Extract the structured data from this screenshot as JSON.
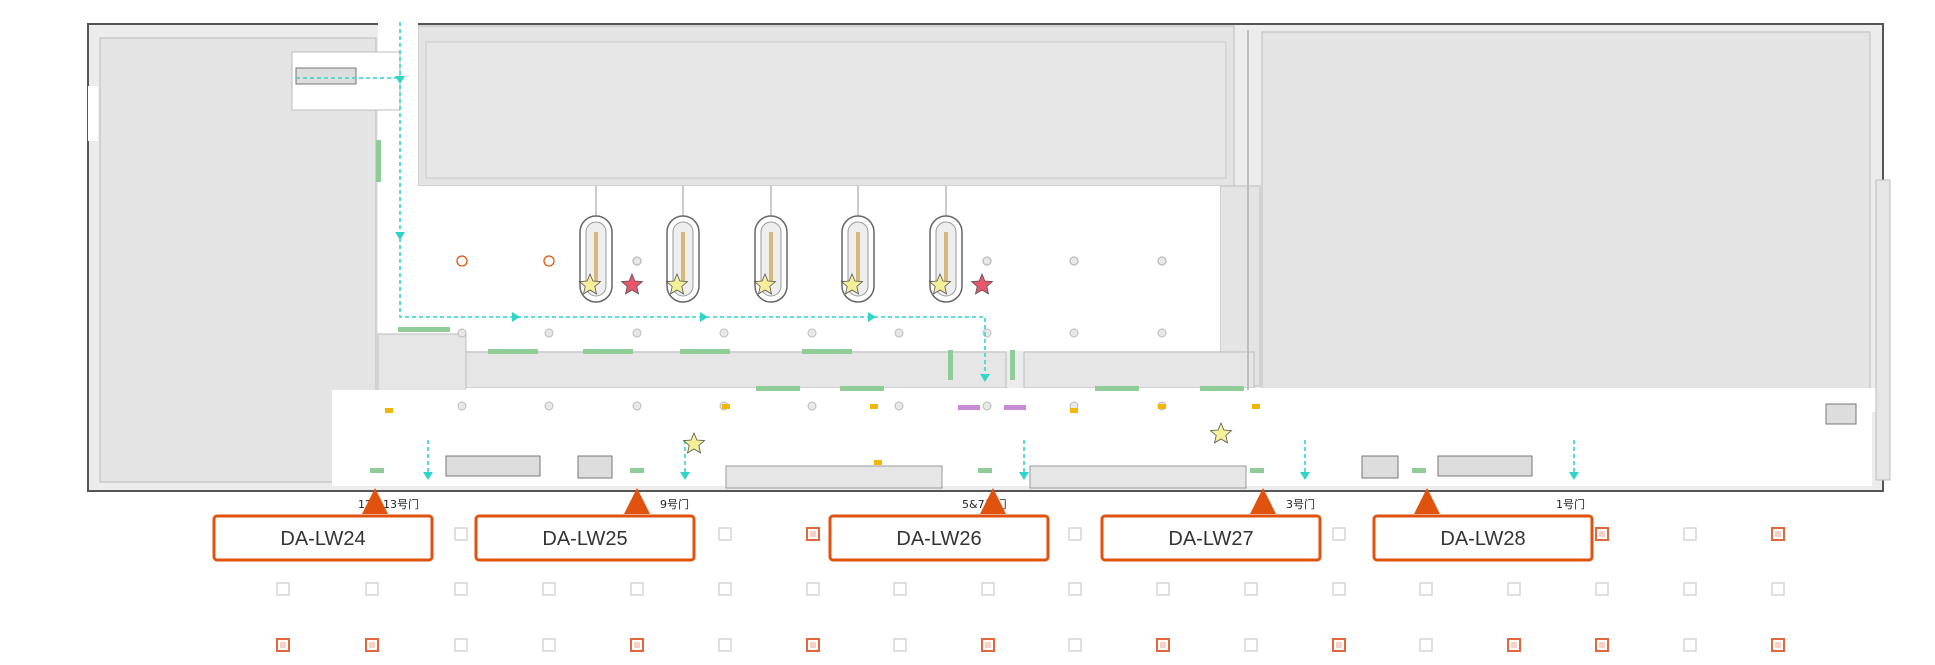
{
  "map": {
    "colors": {
      "building_fill": "#ececec",
      "room_fill": "#e2e2e2",
      "wall": "#555555",
      "hall_fill": "#ffffff",
      "route": "#2fd6c8",
      "green_marker": "#8fcc97",
      "yellow_marker": "#f2b705",
      "purple_marker": "#c98ad6",
      "star_yellow": "#f6ef9a",
      "star_red": "#e8566b",
      "callout": "#e0530f",
      "grid_square": "#cccccc",
      "grid_square_red": "#e0683a"
    },
    "gates": [
      {
        "id": "gate-12-13",
        "label": "12、13号门"
      },
      {
        "id": "gate-9",
        "label": "9号门"
      },
      {
        "id": "gate-5-7",
        "label": "5&7号门"
      },
      {
        "id": "gate-3",
        "label": "3号门"
      },
      {
        "id": "gate-1",
        "label": "1号门"
      }
    ],
    "callouts": [
      {
        "id": "lw24",
        "label": "DA-LW24"
      },
      {
        "id": "lw25",
        "label": "DA-LW25"
      },
      {
        "id": "lw26",
        "label": "DA-LW26"
      },
      {
        "id": "lw27",
        "label": "DA-LW27"
      },
      {
        "id": "lw28",
        "label": "DA-LW28"
      }
    ],
    "icons": {
      "star": "star-icon",
      "route_arrow": "arrow-icon",
      "escalator": "escalator-icon"
    }
  }
}
